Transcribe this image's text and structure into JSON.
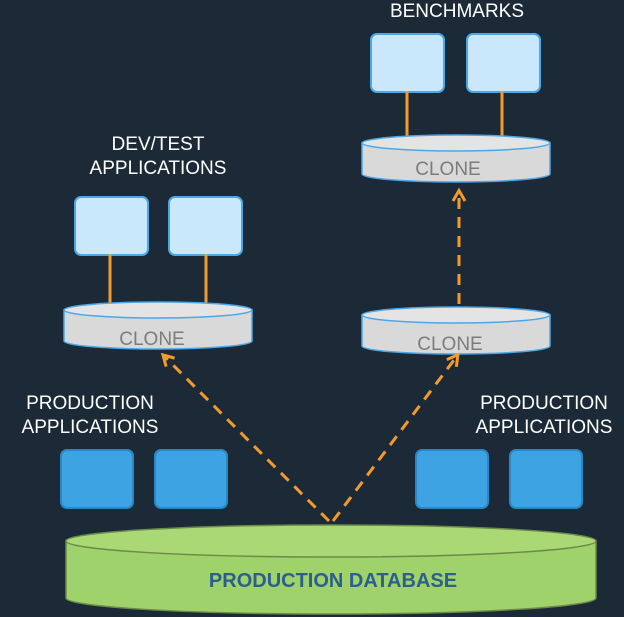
{
  "labels": {
    "benchmarks": "BENCHMARKS",
    "devtest_line1": "DEV/TEST",
    "devtest_line2": "APPLICATIONS",
    "prod_left_line1": "PRODUCTION",
    "prod_left_line2": "APPLICATIONS",
    "prod_right_line1": "PRODUCTION",
    "prod_right_line2": "APPLICATIONS"
  },
  "clones": {
    "top_right": "CLONE",
    "mid_left": "CLONE",
    "mid_right": "CLONE"
  },
  "database": "PRODUCTION DATABASE",
  "colors": {
    "background": "#1c2a37",
    "arrow": "#f39a2c",
    "app_light": "#c9e8fb",
    "app_dark": "#3ea3e3",
    "database": "#9fd26a"
  }
}
